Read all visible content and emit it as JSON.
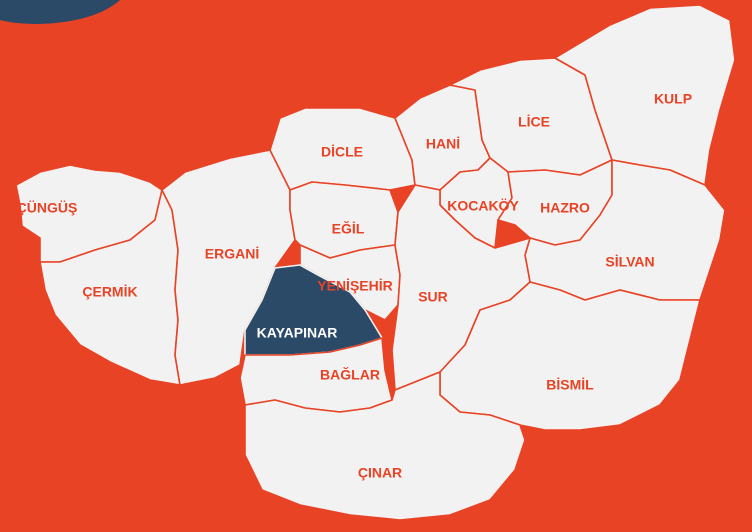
{
  "colors": {
    "background": "#e94326",
    "district_fill": "#f2f2f2",
    "selected_fill": "#2a4a68",
    "label": "#e94326",
    "selected_label": "#ffffff"
  },
  "selected_district": "KAYAPINAR",
  "districts": {
    "cungus": "ÇÜNGÜŞ",
    "cermik": "ÇERMİK",
    "ergani": "ERGANİ",
    "dicle": "DİCLE",
    "hani": "HANİ",
    "lice": "LİCE",
    "kulp": "KULP",
    "egil": "EĞİL",
    "kocakoy": "KOCAKÖY",
    "hazro": "HAZRO",
    "silvan": "SİLVAN",
    "yenisehir": "YENİŞEHİR",
    "kayapinar": "KAYAPINAR",
    "sur": "SUR",
    "baglar": "BAĞLAR",
    "bismil": "BİSMİL",
    "cinar": "ÇINAR"
  }
}
